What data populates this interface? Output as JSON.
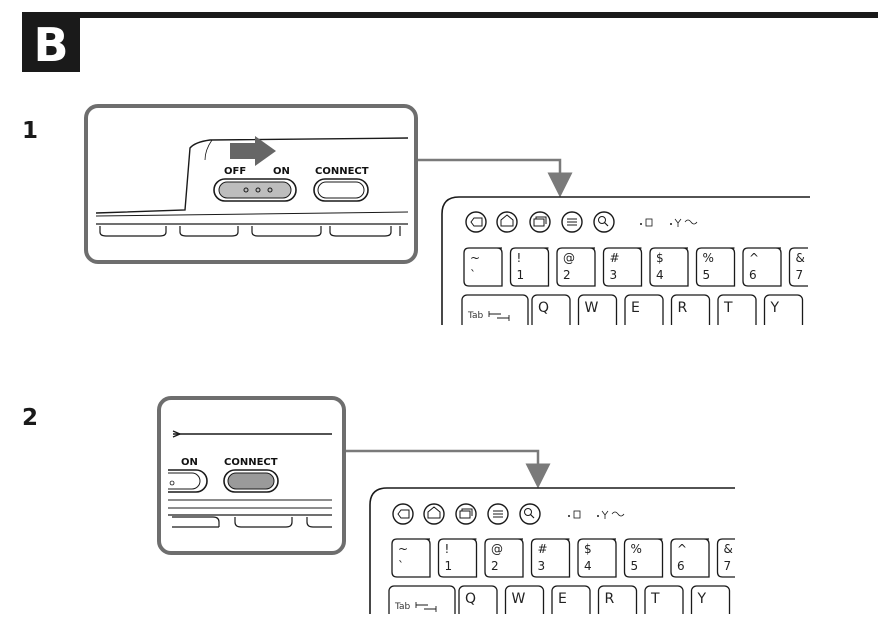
{
  "section_letter": "B",
  "steps": [
    {
      "number": "1",
      "switch_labels": {
        "off": "OFF",
        "on": "ON"
      },
      "connect_label": "CONNECT",
      "keyboard": {
        "number_row": [
          {
            "top": "~",
            "bottom": "`"
          },
          {
            "top": "!",
            "bottom": "1"
          },
          {
            "top": "@",
            "bottom": "2"
          },
          {
            "top": "#",
            "bottom": "3"
          },
          {
            "top": "$",
            "bottom": "4"
          },
          {
            "top": "%",
            "bottom": "5"
          },
          {
            "top": "^",
            "bottom": "6"
          },
          {
            "top": "&",
            "bottom": "7"
          }
        ],
        "tab_label": "Tab",
        "letter_row": [
          "Q",
          "W",
          "E",
          "R",
          "T",
          "Y"
        ],
        "function_icons": [
          "back-icon",
          "home-icon",
          "recent-apps-icon",
          "menu-icon",
          "search-icon"
        ]
      }
    },
    {
      "number": "2",
      "switch_labels": {
        "on": "ON"
      },
      "connect_label": "CONNECT",
      "keyboard": {
        "number_row": [
          {
            "top": "~",
            "bottom": "`"
          },
          {
            "top": "!",
            "bottom": "1"
          },
          {
            "top": "@",
            "bottom": "2"
          },
          {
            "top": "#",
            "bottom": "3"
          },
          {
            "top": "$",
            "bottom": "4"
          },
          {
            "top": "%",
            "bottom": "5"
          },
          {
            "top": "^",
            "bottom": "6"
          },
          {
            "top": "&",
            "bottom": "7"
          }
        ],
        "tab_label": "Tab",
        "letter_row": [
          "Q",
          "W",
          "E",
          "R",
          "T",
          "Y"
        ],
        "function_icons": [
          "back-icon",
          "home-icon",
          "recent-apps-icon",
          "menu-icon",
          "search-icon"
        ]
      }
    }
  ],
  "colors": {
    "ink": "#1a1a1a",
    "callout_frame": "#6e6e6e",
    "arrow": "#7a7a7a",
    "connect_fill_active": "#9a9a9a"
  }
}
